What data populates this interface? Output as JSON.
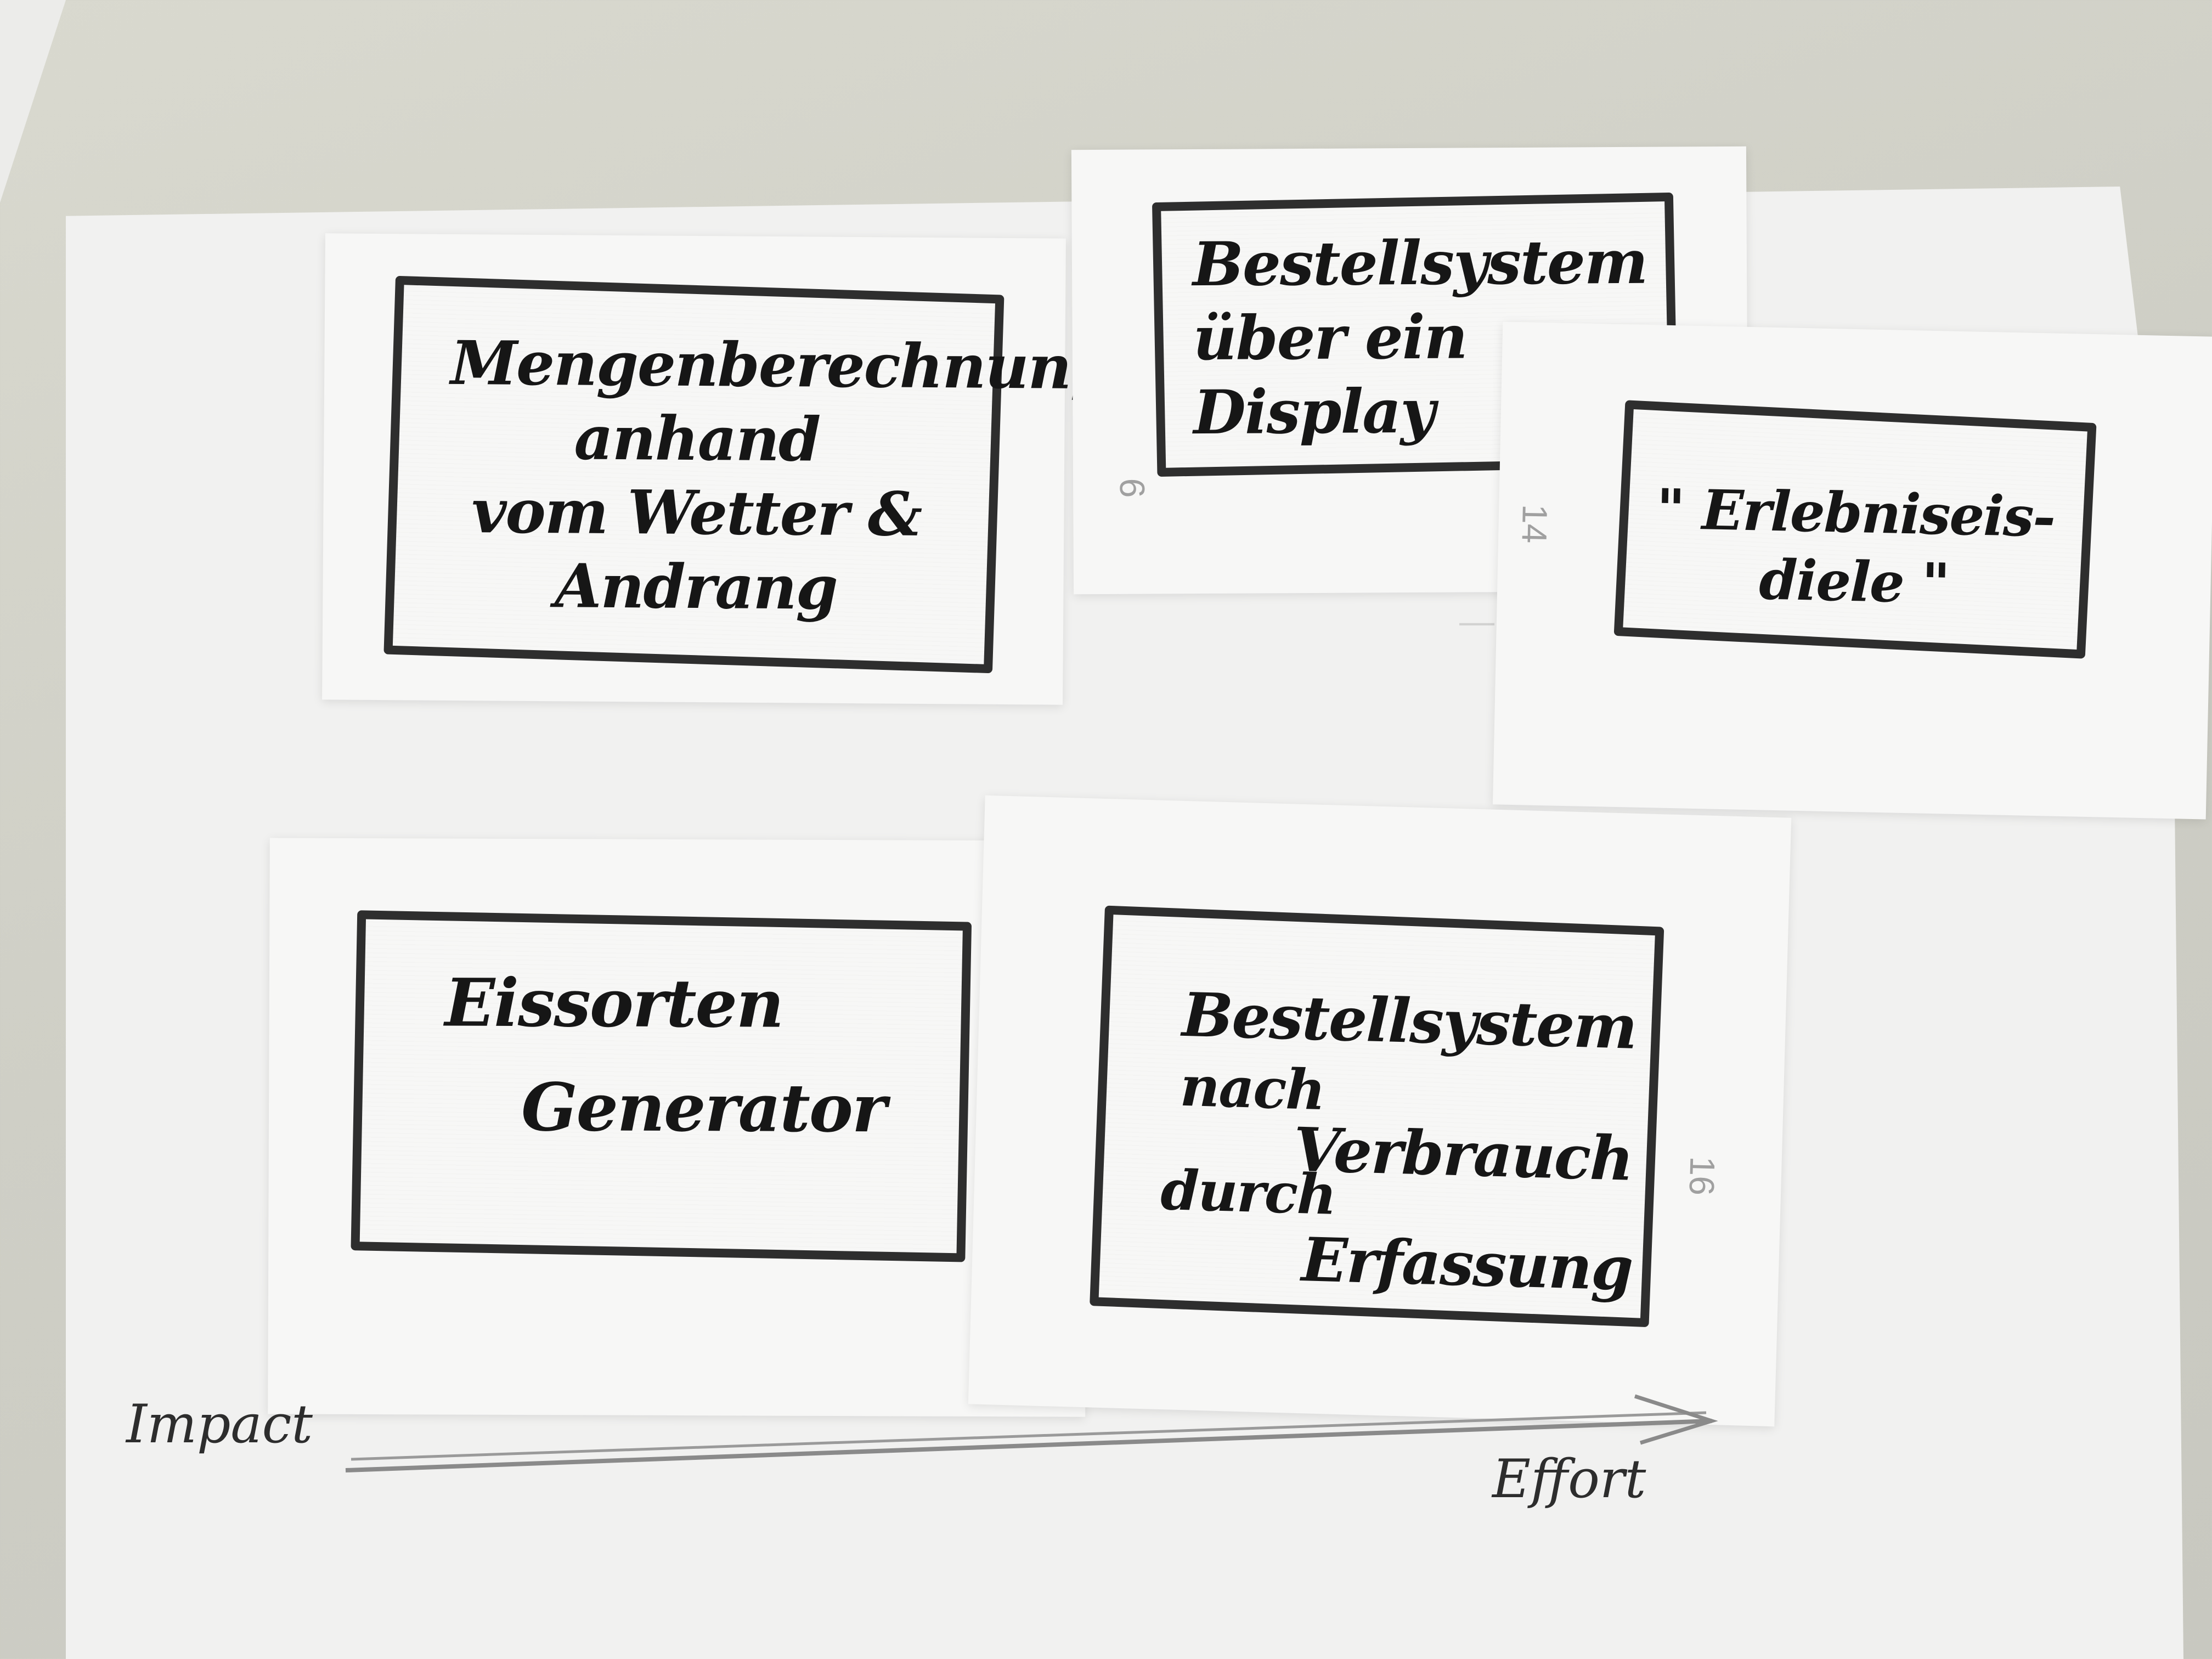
{
  "cards": [
    {
      "id": "mengen",
      "lines": [
        "Mengenberechnung",
        "anhand",
        "vom Wetter &",
        "Andrang"
      ]
    },
    {
      "id": "bestell-display",
      "lines": [
        "Bestellsystem",
        "über ein",
        "Display"
      ]
    },
    {
      "id": "erlebnis",
      "lines": [
        "\" Erlebniseis-",
        "diele \""
      ]
    },
    {
      "id": "eissorten",
      "lines": [
        "Eissorten",
        "Generator"
      ]
    },
    {
      "id": "bestell-verbrauch",
      "lines": [
        "Bestellsystem",
        "nach",
        "Verbrauch",
        "durch",
        "Erfassung"
      ]
    }
  ],
  "pencil_notes": {
    "card_display_side": "9",
    "card_erlebnis_side": "14",
    "card_verbrauch_side": "16"
  },
  "axis": {
    "impact_label": "Impact",
    "effort_label": "Effort"
  }
}
